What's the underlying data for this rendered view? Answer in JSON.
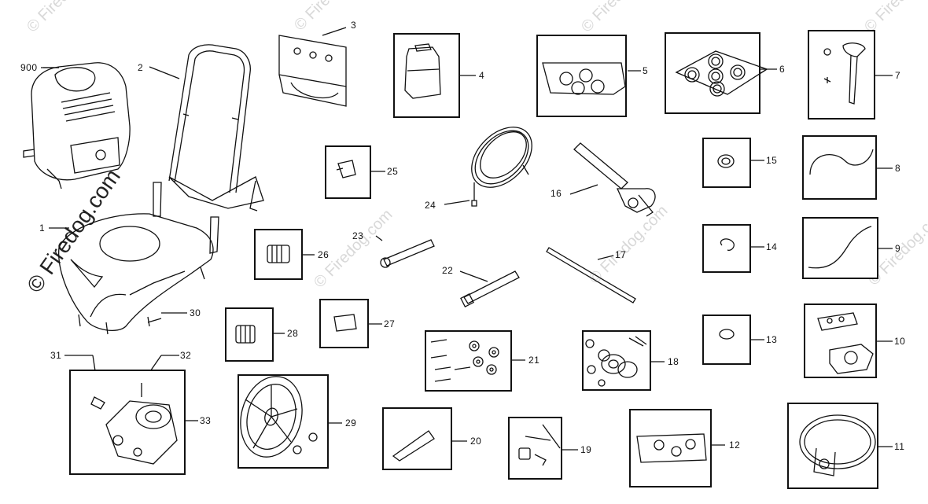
{
  "watermark": {
    "main": "© Firedog.com",
    "faint": "© Firedog.com"
  },
  "callouts": {
    "p1": "1",
    "p2": "2",
    "p3": "3",
    "p4": "4",
    "p5": "5",
    "p6": "6",
    "p7": "7",
    "p8": "8",
    "p9": "9",
    "p10": "10",
    "p11": "11",
    "p12": "12",
    "p13": "13",
    "p14": "14",
    "p15": "15",
    "p16": "16",
    "p17": "17",
    "p18": "18",
    "p19": "19",
    "p20": "20",
    "p21": "21",
    "p22": "22",
    "p23": "23",
    "p24": "24",
    "p25": "25",
    "p26": "26",
    "p27": "27",
    "p28": "28",
    "p29": "29",
    "p30": "30",
    "p31": "31",
    "p32": "32",
    "p33": "33",
    "p900": "900"
  }
}
